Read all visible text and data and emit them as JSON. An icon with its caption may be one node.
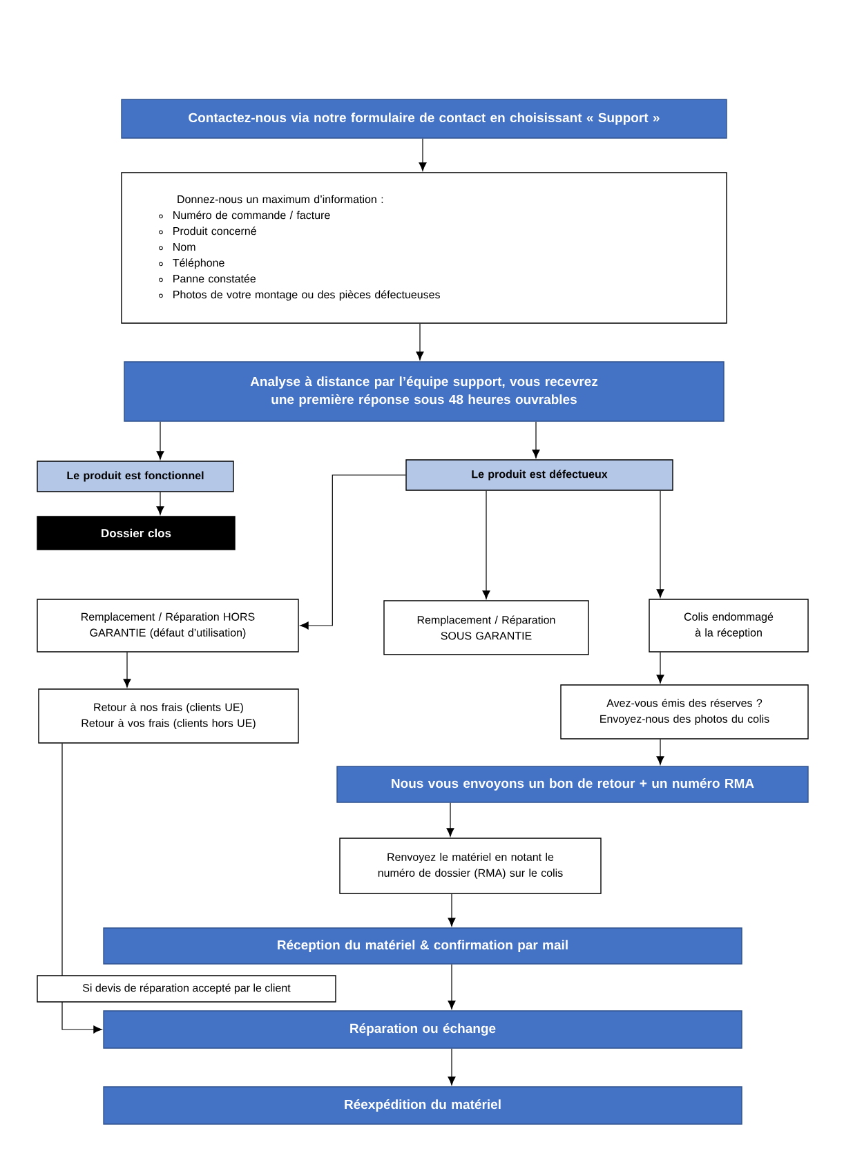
{
  "diagram": {
    "nodes": [
      {
        "text": [
          "Contactez-nous via notre formulaire de contact en choisissant « Support »"
        ]
      },
      {
        "text": [
          "Donnez-nous un maximum d’information :",
          "Numéro de commande / facture",
          "Produit concerné",
          "Nom",
          "Téléphone",
          "Panne constatée",
          "Photos de votre montage ou des pièces défectueuses"
        ]
      },
      {
        "text": [
          "Analyse à distance par l’équipe support, vous recevrez une première réponse sous 48 heures ouvrables"
        ]
      },
      {
        "text": [
          "Le produit est fonctionnel"
        ]
      },
      {
        "text": [
          "Dossier clos"
        ]
      },
      {
        "text": [
          "Le produit est défectueux"
        ]
      },
      {
        "text": [
          "Remplacement / Réparation HORS GARANTIE (défaut d’utilisation)"
        ]
      },
      {
        "text": [
          "Remplacement / Réparation SOUS GARANTIE"
        ]
      },
      {
        "text": [
          "Colis endommagé à la réception"
        ]
      },
      {
        "text": [
          "Retour à nos frais (clients UE) Retour à vos frais (clients hors UE)"
        ]
      },
      {
        "text": [
          "Avez-vous émis des réserves ? Envoyez-nous des photos du colis"
        ]
      },
      {
        "text": [
          "Nous vous envoyons un bon de retour + un numéro RMA"
        ]
      },
      {
        "text": [
          "Renvoyez le matériel en notant le numéro de dossier (RMA) sur le colis"
        ]
      },
      {
        "text": [
          "Réception du matériel & confirmation par mail"
        ]
      },
      {
        "text": [
          "Réparation ou échange"
        ]
      },
      {
        "text": [
          "Réexpédition du matériel"
        ]
      }
    ],
    "edges": [
      {
        "from": 0,
        "to": 1,
        "arrow": "to"
      },
      {
        "from": 1,
        "to": 2,
        "arrow": "to"
      },
      {
        "from": 2,
        "to": 3,
        "arrow": "to"
      },
      {
        "from": 2,
        "to": 5,
        "arrow": "to"
      },
      {
        "from": 3,
        "to": 4,
        "arrow": "to"
      },
      {
        "from": 5,
        "to": 6,
        "arrow": "to"
      },
      {
        "from": 5,
        "to": 7,
        "arrow": "to"
      },
      {
        "from": 5,
        "to": 8,
        "arrow": "to"
      },
      {
        "from": 6,
        "to": 9,
        "arrow": "to"
      },
      {
        "from": 8,
        "to": 10,
        "arrow": "to"
      },
      {
        "from": 10,
        "to": 11,
        "arrow": "to"
      },
      {
        "from": 11,
        "to": 12,
        "arrow": "to"
      },
      {
        "from": 12,
        "to": 13,
        "arrow": "to"
      },
      {
        "from": 13,
        "to": 14,
        "arrow": "to"
      },
      {
        "from": 9,
        "to": 14,
        "arrow": "to",
        "label": "Si devis de réparation accepté par le client"
      },
      {
        "from": 14,
        "to": 15,
        "arrow": "to"
      }
    ]
  }
}
